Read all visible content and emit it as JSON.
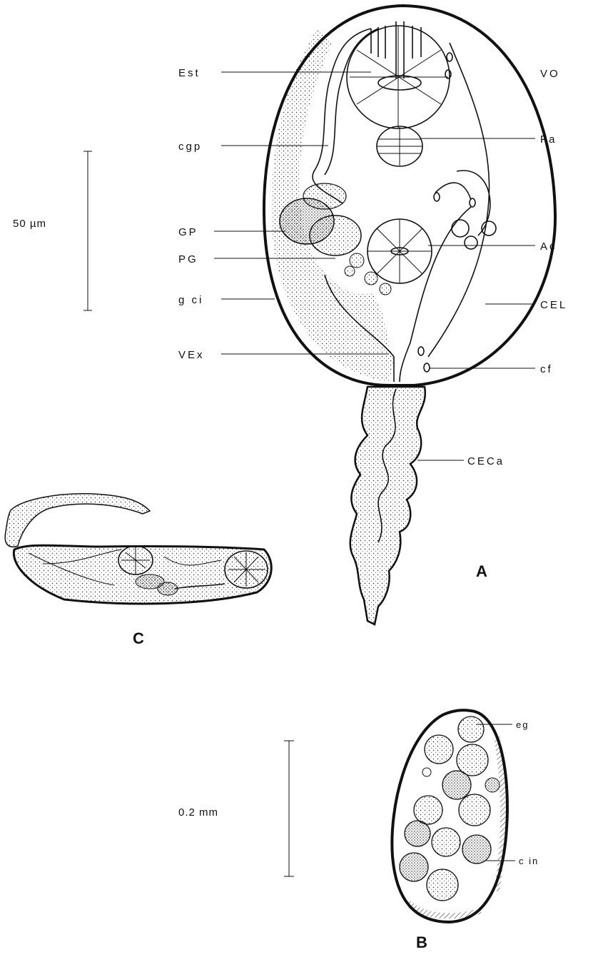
{
  "figure_a": {
    "panel_label": "A",
    "scale_bar_label": "50 µm",
    "labels_left": [
      "Est",
      "cgp",
      "GP",
      "PG",
      "g ci",
      "VEx"
    ],
    "labels_right": [
      "VO",
      "Fa",
      "Ac",
      "CEL",
      "cf",
      "CECa"
    ]
  },
  "figure_b": {
    "panel_label": "B",
    "scale_bar_label": "0.2 mm",
    "labels": [
      "eg",
      "c in"
    ]
  },
  "figure_c": {
    "panel_label": "C"
  }
}
